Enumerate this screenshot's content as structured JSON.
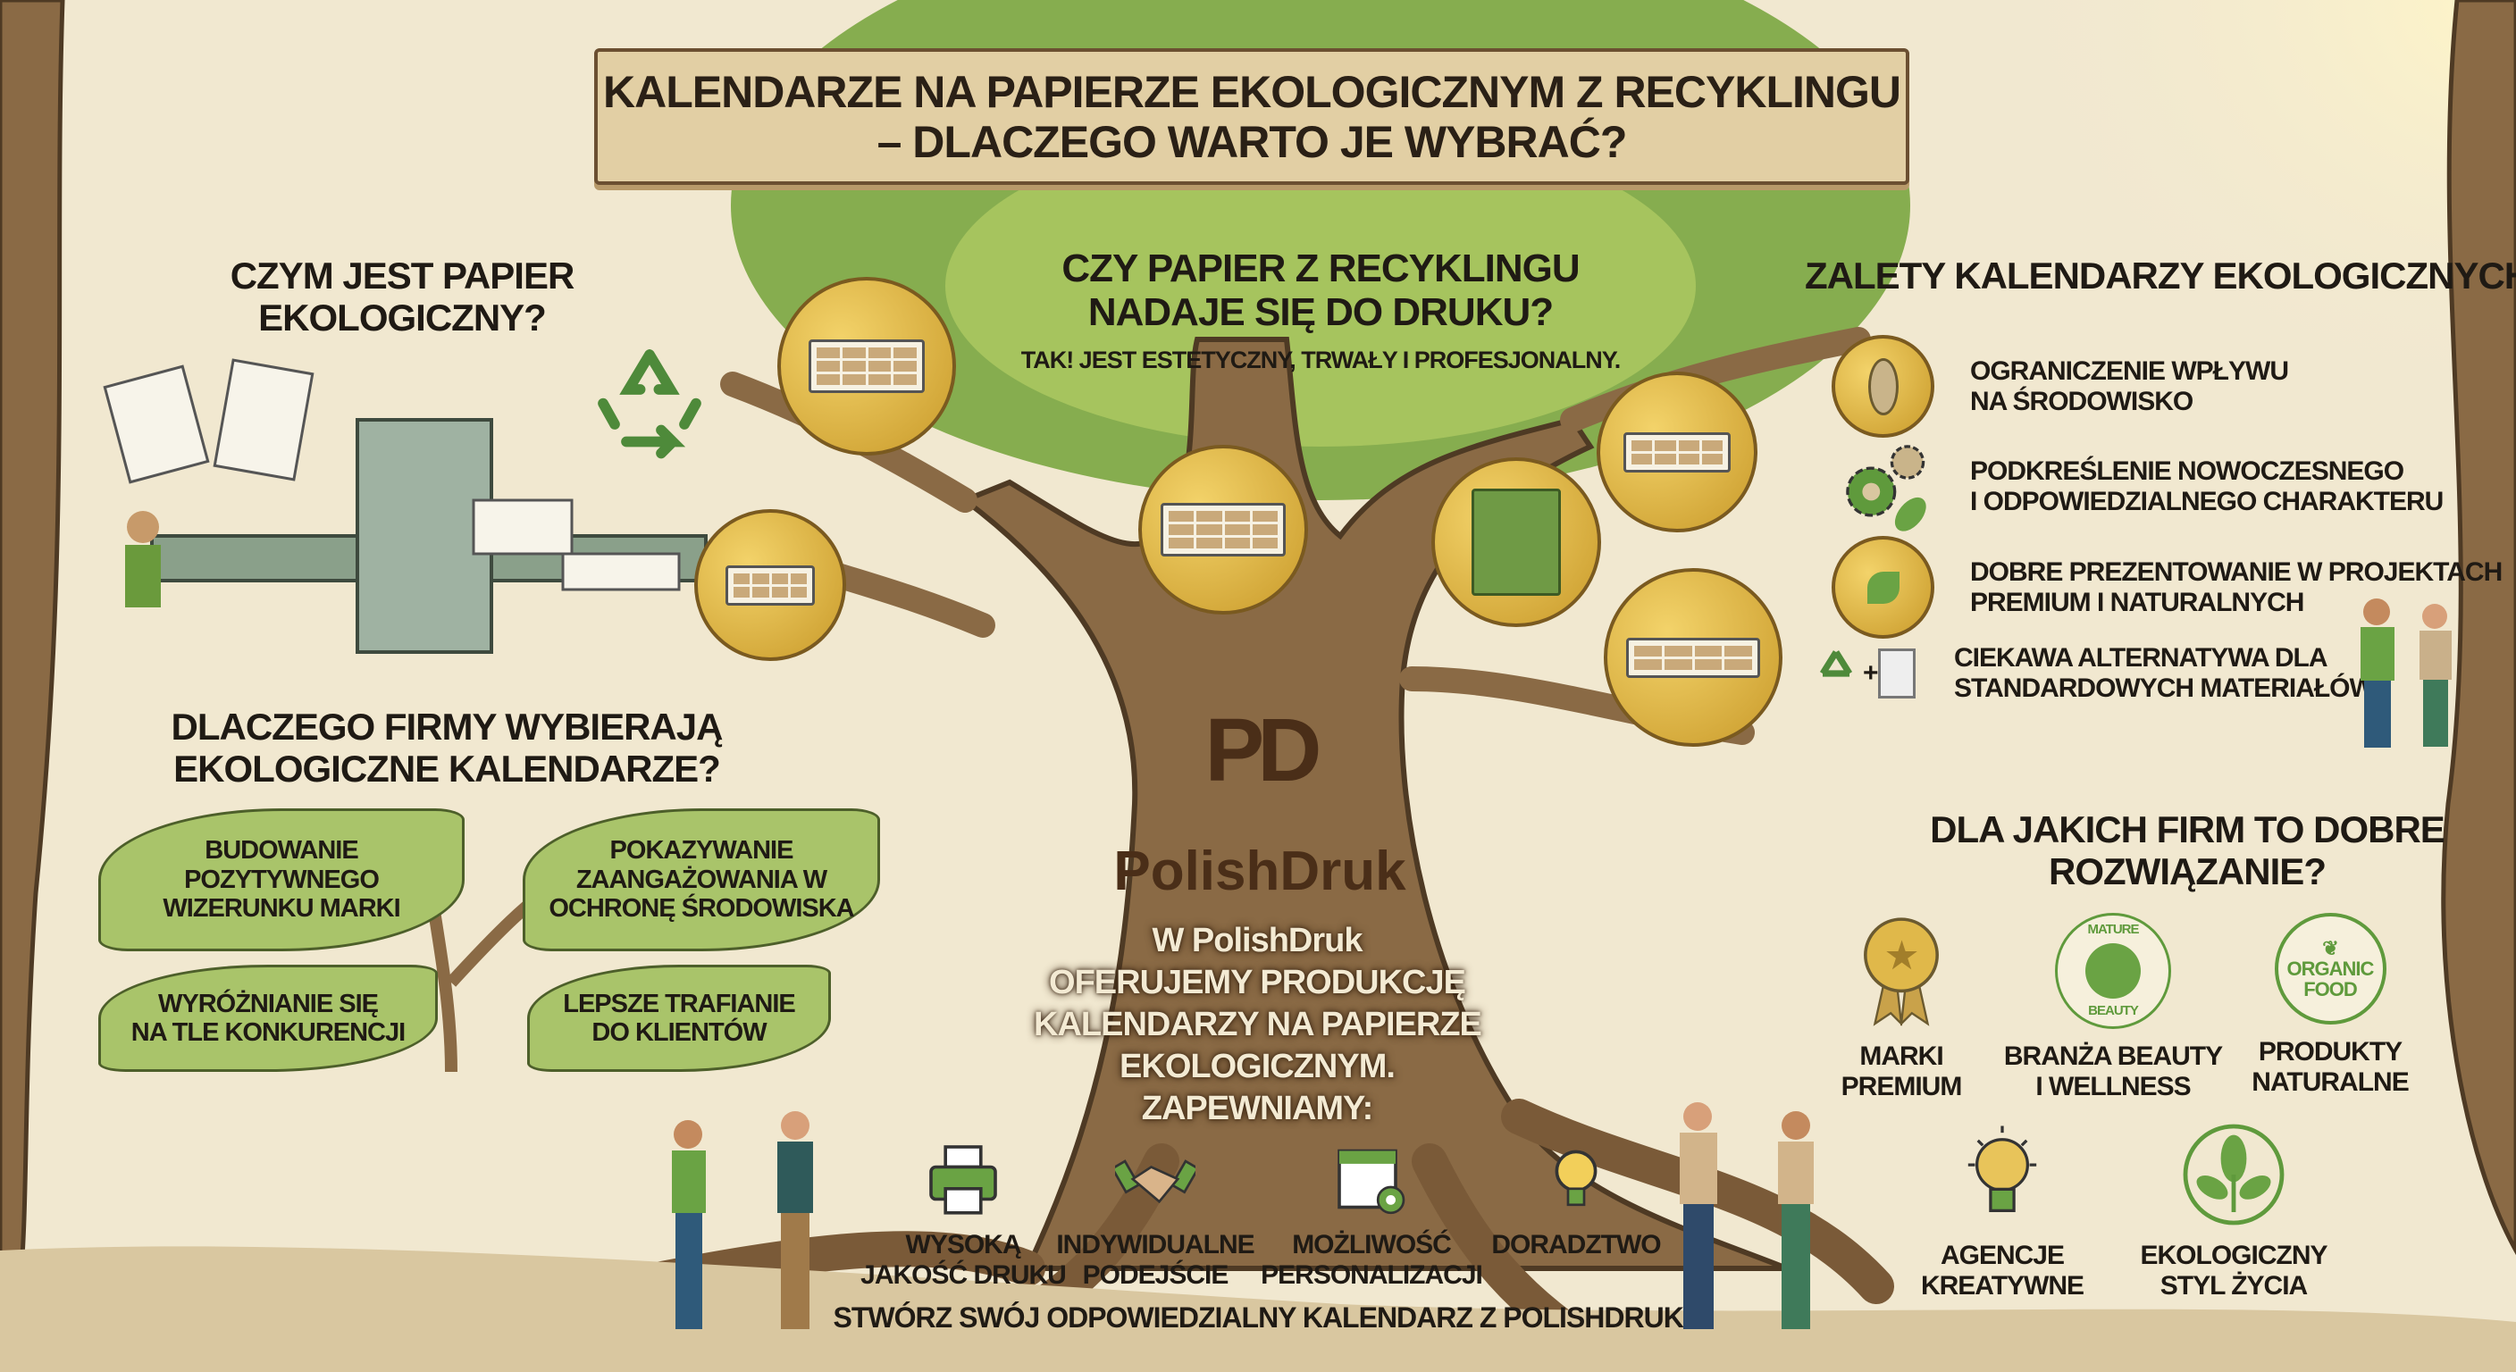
{
  "title": {
    "lines": [
      "KALENDARZE NA PAPIERZE EKOLOGICZNYM Z RECYKLINGU",
      "– DLACZEGO WARTO JE WYBRAĆ?"
    ]
  },
  "left": {
    "what_is_heading": "CZYM JEST PAPIER EKOLOGICZNY?",
    "why_heading": [
      "DLACZEGO FIRMY WYBIERAJĄ",
      "EKOLOGICZNE KALENDARZE?"
    ],
    "leaves": [
      {
        "lines": [
          "BUDOWANIE",
          "POZYTYWNEGO",
          "WIZERUNKU MARKI"
        ]
      },
      {
        "lines": [
          "POKAZYWANIE",
          "ZAANGAŻOWANIA W",
          "OCHRONĘ ŚRODOWISKA"
        ]
      },
      {
        "lines": [
          "WYRÓŻNIANIE SIĘ",
          "NA TLE KONKURENCJI"
        ]
      },
      {
        "lines": [
          "LEPSZE TRAFIANIE",
          "DO KLIENTÓW"
        ]
      }
    ]
  },
  "center": {
    "question": [
      "CZY PAPIER Z RECYKLINGU",
      "NADAJE SIĘ DO DRUKU?"
    ],
    "answer": "TAK! JEST ESTETYCZNY, TRWAŁY I PROFESJONALNY.",
    "logo_mark": "PD",
    "logo_text": "PolishDruk",
    "offer": [
      "W PolishDruk",
      "OFERUJEMY PRODUKCJĘ",
      "KALENDARZY NA PAPIERZE",
      "EKOLOGICZNYM.",
      "ZAPEWNIAMY:"
    ],
    "features": [
      {
        "icon": "printer-icon",
        "lines": [
          "WYSOKĄ",
          "JAKOŚĆ DRUKU"
        ]
      },
      {
        "icon": "handshake-icon",
        "lines": [
          "INDYWIDUALNE",
          "PODEJŚCIE"
        ]
      },
      {
        "icon": "calendar-gear-icon",
        "lines": [
          "MOŻLIWOŚĆ",
          "PERSONALIZACJI"
        ]
      },
      {
        "icon": "lightbulb-icon",
        "lines": [
          "DORADZTWO"
        ]
      }
    ],
    "cta": "STWÓRZ SWÓJ ODPOWIEDZIALNY KALENDARZ Z PolishDruk!"
  },
  "right": {
    "advantages_heading": "ZALETY KALENDARZY EKOLOGICZNYCH",
    "advantages": [
      {
        "icon": "footprint-icon",
        "lines": [
          "OGRANICZENIE WPŁYWU",
          "NA ŚRODOWISKO"
        ]
      },
      {
        "icon": "gears-icon",
        "lines": [
          "PODKREŚLENIE NOWOCZESNEGO",
          "I ODPOWIEDZIALNEGO CHARAKTERU"
        ]
      },
      {
        "icon": "award-icon",
        "lines": [
          "DOBRE PREZENTOWANIE W PROJEKTACH",
          "PREMIUM I NATURALNYCH"
        ]
      },
      {
        "icon": "recycle-paper-icon",
        "plus": "+",
        "lines": [
          "CIEKAWA ALTERNATYWA DLA",
          "STANDARDOWYCH MATERIAŁÓW"
        ]
      }
    ],
    "for_whom_heading": [
      "DLA JAKICH FIRM TO DOBRE",
      "ROZWIĄZANIE?"
    ],
    "firms": [
      {
        "icon": "medal-icon",
        "lines": [
          "MARKI",
          "PREMIUM"
        ]
      },
      {
        "icon": "beauty-badge-icon",
        "badge": [
          "MATURE",
          "BEAUTY"
        ],
        "lines": [
          "BRANŻA BEAUTY",
          "I WELLNESS"
        ]
      },
      {
        "icon": "organic-badge-icon",
        "badge": [
          "ORGANIC",
          "FOOD"
        ],
        "lines": [
          "PRODUKTY",
          "NATURALNE"
        ]
      },
      {
        "icon": "lightbulb-icon",
        "lines": [
          "AGENCJE",
          "KREATYWNE"
        ]
      },
      {
        "icon": "sprout-icon",
        "lines": [
          "EKOLOGICZNY",
          "STYL ŻYCIA"
        ]
      }
    ]
  },
  "colors": {
    "background": "#f1e8d0",
    "leaf": "#a9c46a",
    "canopy": "#86ad4f",
    "trunk": "#8a6a45",
    "gold": "#e0b84a",
    "icon_green": "#5f9a3c"
  }
}
